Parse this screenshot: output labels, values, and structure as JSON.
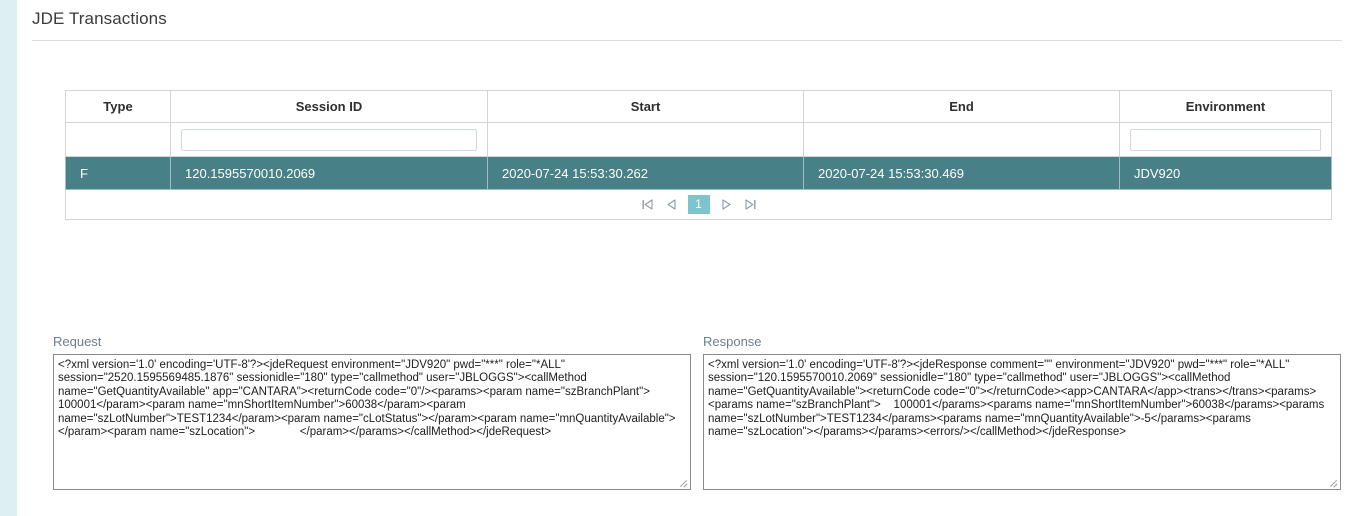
{
  "page": {
    "title": "JDE Transactions",
    "accent_teal": "#478086",
    "accent_light": "#7ec4cc",
    "rail_color": "#ddeff2"
  },
  "grid": {
    "columns": [
      {
        "key": "type",
        "label": "Type",
        "filterable": false
      },
      {
        "key": "session_id",
        "label": "Session ID",
        "filterable": true
      },
      {
        "key": "start",
        "label": "Start",
        "filterable": false
      },
      {
        "key": "end",
        "label": "End",
        "filterable": false
      },
      {
        "key": "environment",
        "label": "Environment",
        "filterable": true
      }
    ],
    "filters": {
      "session_id": "",
      "environment": ""
    },
    "rows": [
      {
        "type": "F",
        "session_id": "120.1595570010.2069",
        "start": "2020-07-24 15:53:30.262",
        "end": "2020-07-24 15:53:30.469",
        "environment": "JDV920",
        "selected": true
      }
    ],
    "pager": {
      "first_label": "first-page",
      "prev_label": "previous-page",
      "current_page": "1",
      "next_label": "next-page",
      "last_label": "last-page"
    }
  },
  "io": {
    "request": {
      "label": "Request",
      "value": "<?xml version='1.0' encoding='UTF-8'?><jdeRequest environment=\"JDV920\" pwd=\"***\" role=\"*ALL\" session=\"2520.1595569485.1876\" sessionidle=\"180\" type=\"callmethod\" user=\"JBLOGGS\"><callMethod name=\"GetQuantityAvailable\" app=\"CANTARA\"><returnCode code=\"0\"/><params><param name=\"szBranchPlant\">   100001</param><param name=\"mnShortItemNumber\">60038</param><param name=\"szLotNumber\">TEST1234</param><param name=\"cLotStatus\"></param><param name=\"mnQuantityAvailable\"></param><param name=\"szLocation\">              </param></params></callMethod></jdeRequest>"
    },
    "response": {
      "label": "Response",
      "value": "<?xml version='1.0' encoding='UTF-8'?><jdeResponse comment=\"\" environment=\"JDV920\" pwd=\"***\" role=\"*ALL\" session=\"120.1595570010.2069\" sessionidle=\"180\" type=\"callmethod\" user=\"JBLOGGS\"><callMethod name=\"GetQuantityAvailable\"><returnCode code=\"0\"></returnCode><app>CANTARA</app><trans></trans><params><params name=\"szBranchPlant\">    100001</params><params name=\"mnShortItemNumber\">60038</params><params name=\"szLotNumber\">TEST1234</params><params name=\"mnQuantityAvailable\">-5</params><params name=\"szLocation\"></params></params><errors/></callMethod></jdeResponse>"
    }
  }
}
